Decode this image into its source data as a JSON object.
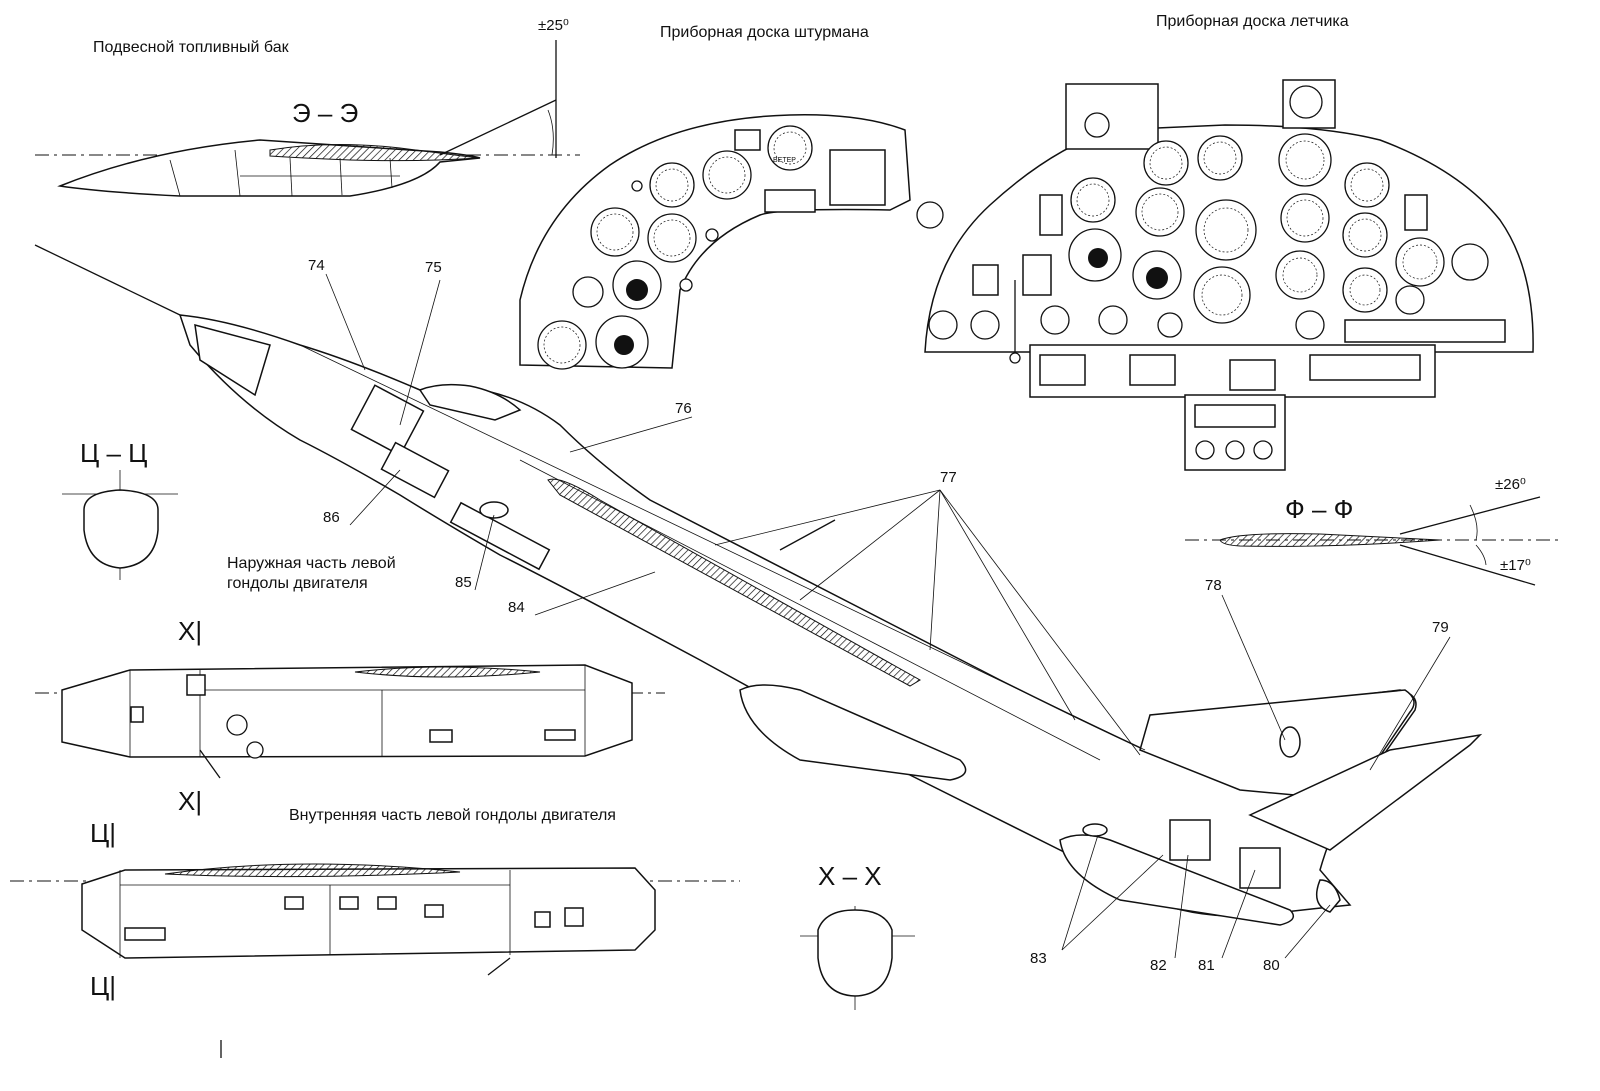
{
  "titles": {
    "fuel_tank": "Подвесной топливный бак",
    "navigator_panel": "Приборная доска штурмана",
    "pilot_panel": "Приборная доска летчика",
    "outer_nacelle": "Наружная часть левой\nгондолы двигателя",
    "outer_nacelle_l1": "Наружная часть левой",
    "outer_nacelle_l2": "гондолы двигателя",
    "inner_nacelle": "Внутренняя часть  левой  гондолы двигателя"
  },
  "sections": {
    "ee": "Э – Э",
    "tsts": "Ц – Ц",
    "ff": "Ф – Ф",
    "xx": "Х – Х",
    "x_mark_top": "Х|",
    "x_mark_bottom": "Х|",
    "ts_mark_top": "Ц|",
    "ts_mark_bottom": "Ц|"
  },
  "angles": {
    "ee": "±25⁰",
    "ff_top": "±26⁰",
    "ff_bottom": "±17⁰"
  },
  "callouts": [
    "74",
    "75",
    "76",
    "77",
    "78",
    "79",
    "80",
    "81",
    "82",
    "83",
    "84",
    "85",
    "86"
  ],
  "gauge_labels": {
    "wind": "ВЕТЕР"
  }
}
